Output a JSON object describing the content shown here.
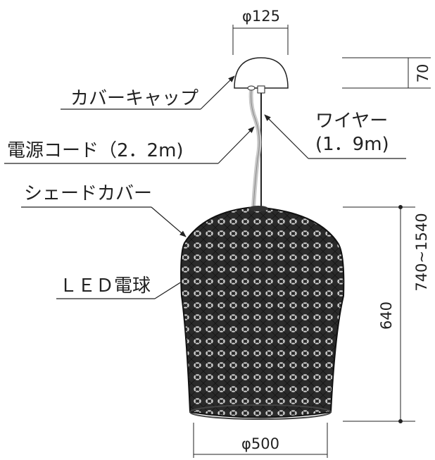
{
  "diagram": {
    "dimensions": {
      "cap_diameter": "φ125",
      "cap_height": "70",
      "overall_height": "740~1540",
      "shade_height": "640",
      "shade_diameter": "φ500"
    },
    "labels": {
      "cover_cap": "カバーキャップ",
      "power_cord": "電源コード（2．2m)",
      "wire_line1": "ワイヤー",
      "wire_line2": "(1．9m)",
      "shade_cover": "シェードカバー",
      "led_bulb": "ＬＥＤ電球"
    },
    "colors": {
      "line": "#222222",
      "cord": "#c8c8c8",
      "shade_dark": "#1a1a1a",
      "shade_light": "#d0d0d0"
    }
  }
}
